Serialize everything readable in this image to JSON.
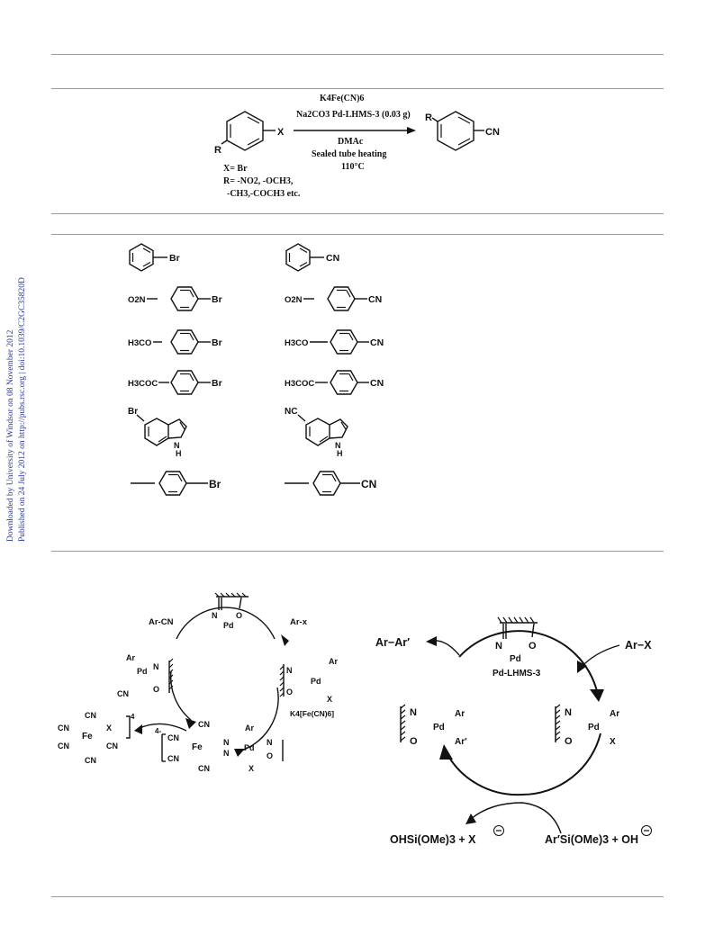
{
  "sidebar": {
    "line1": "Downloaded by University of Windsor on 08 November 2012",
    "line2": "Published on 24 July 2012 on http://pubs.rsc.org | doi:10.1039/C2GC35820D"
  },
  "scheme": {
    "reagent_top": "K4Fe(CN)6",
    "reagent_mid": "Na2CO3  Pd-LHMS-3 (0.03 g)",
    "solvent": "DMAc",
    "cond1": "Sealed tube heating",
    "cond2": "110°C",
    "x_def": "X= Br",
    "r_def1": "R= -NO2, -OCH3,",
    "r_def2": "-CH3,-COCH3 etc.",
    "sub_r": "R",
    "sub_x": "X",
    "prod_r": "R",
    "prod_cn": "CN"
  },
  "substrates": [
    {
      "sub_pre": "",
      "sub_post": "Br",
      "prod_pre": "",
      "prod_post": "CN"
    },
    {
      "sub_pre": "O2N",
      "sub_post": "Br",
      "prod_pre": "O2N",
      "prod_post": "CN"
    },
    {
      "sub_pre": "H3CO",
      "sub_post": "Br",
      "prod_pre": "H3CO",
      "prod_post": "CN"
    },
    {
      "sub_pre": "H3COC",
      "sub_post": "Br",
      "prod_pre": "H3COC",
      "prod_post": "CN"
    },
    {
      "sub_pre": "Br",
      "sub_post": "H",
      "prod_pre": "NC",
      "prod_post": "H"
    },
    {
      "sub_pre": "",
      "sub_post": "Br",
      "prod_pre": "",
      "prod_post": "CN"
    }
  ],
  "cycle1": {
    "ar_cn": "Ar-CN",
    "ar_x": "Ar-x",
    "reagent": "K4[Fe(CN)6]",
    "n": "N",
    "o": "O",
    "pd": "Pd",
    "ar": "Ar",
    "x": "X",
    "cn": "CN",
    "fe": "Fe",
    "charge": "4-"
  },
  "cycle2": {
    "ar_ar": "Ar−Ar′",
    "ar_x": "Ar−X",
    "catalyst": "Pd-LHMS-3",
    "n": "N",
    "o": "O",
    "pd": "Pd",
    "ar": "Ar",
    "ar_prime": "Ar′",
    "x": "X",
    "bottom_left": "OHSi(OMe)3 + X",
    "bottom_right": "Ar′Si(OMe)3 + OH"
  }
}
